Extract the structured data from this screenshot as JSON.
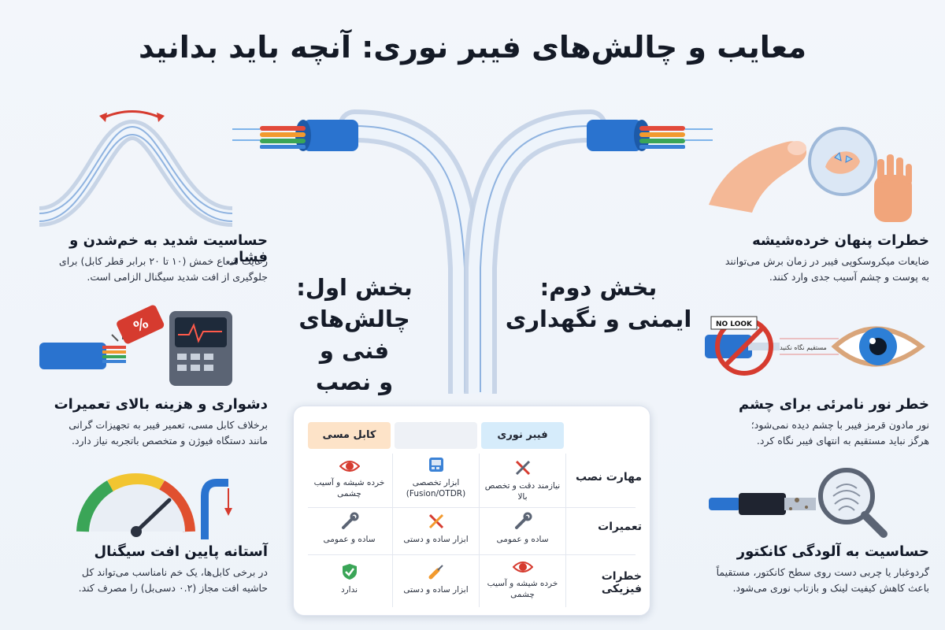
{
  "title": "معایب و چالش‌های فیبر نوری: آنچه باید بدانید",
  "sections": {
    "first": {
      "line1": "بخش اول:",
      "line2": "چالش‌های فنی و",
      "line3": "و نصب"
    },
    "second": {
      "line1": "بخش دوم:",
      "line2": "ایمنی و نگهداری"
    }
  },
  "left_items": [
    {
      "heading": "حساسیت شدید به خم‌شدن و فشار",
      "body1": "رعایت شعاع خمش (۱۰ تا ۲۰ برابر قطر کابل) برای",
      "body2": "جلوگیری از افت شدید سیگنال الزامی است."
    },
    {
      "heading": "دشواری و هزینه بالای تعمیرات",
      "body1": "برخلاف کابل مسی، تعمیر فیبر به تجهیزات گرانی",
      "body2": "مانند دستگاه فیوژن و متخصص باتجربه نیاز دارد."
    },
    {
      "heading": "آستانه پایین افت سیگنال",
      "body1": "در برخی کابل‌ها، یک خم نامناسب می‌تواند کل",
      "body2": "حاشیه افت مجاز (۰.۲ دسی‌بل) را مصرف کند."
    }
  ],
  "right_items": [
    {
      "heading": "خطرات پنهان خرده‌شیشه",
      "body1": "ضایعات میکروسکوپی فیبر در زمان برش می‌توانند",
      "body2": "به پوست و چشم آسیب جدی وارد کنند."
    },
    {
      "heading": "خطر نور نامرئی برای چشم",
      "body1": "نور مادون قرمز فیبر با چشم دیده نمی‌شود؛",
      "body2": "هرگز نباید مستقیم به انتهای فیبر نگاه کرد."
    },
    {
      "heading": "حساسیت به آلودگی کانکتور",
      "body1": "گردوغبار یا چربی دست روی سطح کانکتور، مستقیماً",
      "body2": "باعث کاهش کیفیت لینک و بازتاب نوری می‌شود."
    }
  ],
  "illustration_text": {
    "no_look": "NO LOOK",
    "dont_look": "مستقیم نگاه نکنید",
    "percent": "%"
  },
  "table": {
    "col_fiber": "فیبر نوری",
    "col_copper": "کابل مسی",
    "rows": [
      {
        "label": "مهارت نصب",
        "fiber": "نیازمند دقت و تخصص بالا",
        "mid1": "ابزار تخصصی",
        "mid2": "(Fusion/OTDR)",
        "copper": "خرده شیشه و آسیب چشمی"
      },
      {
        "label": "تعمیرات",
        "fiber": "ساده و عمومی",
        "mid1": "ابزار ساده و دستی",
        "mid2": "",
        "copper": "ساده و عمومی"
      },
      {
        "label": "خطرات فیزیکی",
        "fiber": "خرده شیشه و آسیب چشمی",
        "mid1": "ابزار ساده و دستی",
        "mid2": "",
        "copper": "ندارد"
      }
    ]
  },
  "colors": {
    "accent_blue": "#1f6fd1",
    "warn_red": "#d63b2f",
    "copper_header": "#fde3c8",
    "fiber_header": "#d6ecfb"
  },
  "icons": [
    "bend-arc-icon",
    "repair-machine-icon",
    "gauge-icon",
    "finger-shard-icon",
    "stop-hand-icon",
    "eye-icon",
    "no-look-icon",
    "connector-icon",
    "magnifier-icon",
    "fusion-device-icon",
    "tools-icon",
    "wrench-icon",
    "screwdriver-icon",
    "shield-check-icon"
  ]
}
